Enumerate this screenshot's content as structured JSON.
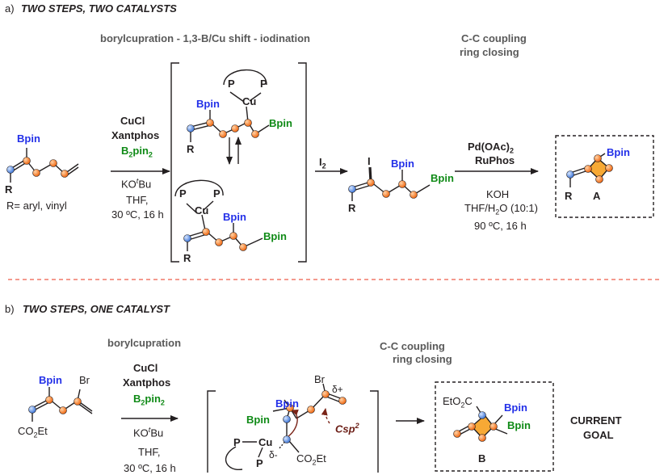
{
  "partA": {
    "label": "a)",
    "heading": "TWO STEPS, TWO CATALYSTS",
    "step1_title": "borylcupration - 1,3-B/Cu shift - iodination",
    "step2_title_l1": "C-C coupling",
    "step2_title_l2": "ring closing",
    "sm_bpin": "Bpin",
    "sm_r": "R",
    "sm_note": "R= aryl, vinyl",
    "cond1": [
      "CuCl",
      "Xantphos",
      "B",
      "2",
      "pin",
      "2",
      "KO",
      "t",
      "Bu",
      "THF,",
      "30 ºC, 16 h"
    ],
    "int1": {
      "p1": "P",
      "p2": "P",
      "cu": "Cu",
      "bpin1": "Bpin",
      "bpin2": "Bpin",
      "r": "R"
    },
    "int2": {
      "p1": "P",
      "p2": "P",
      "cu": "Cu",
      "bpin1": "Bpin",
      "bpin2": "Bpin",
      "r": "R"
    },
    "i2_main": "I",
    "i2_sub": "2",
    "iodide": {
      "i": "I",
      "bpin1": "Bpin",
      "bpin2": "Bpin",
      "r": "R"
    },
    "cond2": [
      "Pd(OAc)",
      "2",
      "RuPhos",
      "KOH",
      "THF/H",
      "2",
      "O (10:1)",
      "90 ºC, 16 h"
    ],
    "productA": {
      "bpin": "Bpin",
      "r": "R",
      "label": "A"
    }
  },
  "partB": {
    "label": "b)",
    "heading": "TWO STEPS, ONE CATALYST",
    "step1_title": "borylcupration",
    "step2_title_l1": "C-C coupling",
    "step2_title_l2": "ring closing",
    "sm": {
      "bpin": "Bpin",
      "br": "Br",
      "ester": "CO",
      "ester_sub": "2",
      "ester_end": "Et"
    },
    "cond1": [
      "CuCl",
      "Xantphos",
      "B",
      "2",
      "pin",
      "2",
      "KO",
      "t",
      "Bu",
      "THF,",
      "30 ºC, 16 h"
    ],
    "int": {
      "br": "Br",
      "delta_plus": "δ+",
      "bpin1": "Bpin",
      "bpin2": "Bpin",
      "p1": "P",
      "p2": "P",
      "cu": "Cu",
      "delta_minus": "δ-",
      "ester": "CO",
      "ester_sub": "2",
      "ester_end": "Et",
      "csp": "Csp",
      "csp_sup": "2"
    },
    "productB": {
      "ester": "EtO",
      "ester_sub": "2",
      "ester_end": "C",
      "bpin1": "Bpin",
      "bpin2": "Bpin",
      "label": "B"
    },
    "goal_l1": "CURRENT",
    "goal_l2": "GOAL"
  }
}
